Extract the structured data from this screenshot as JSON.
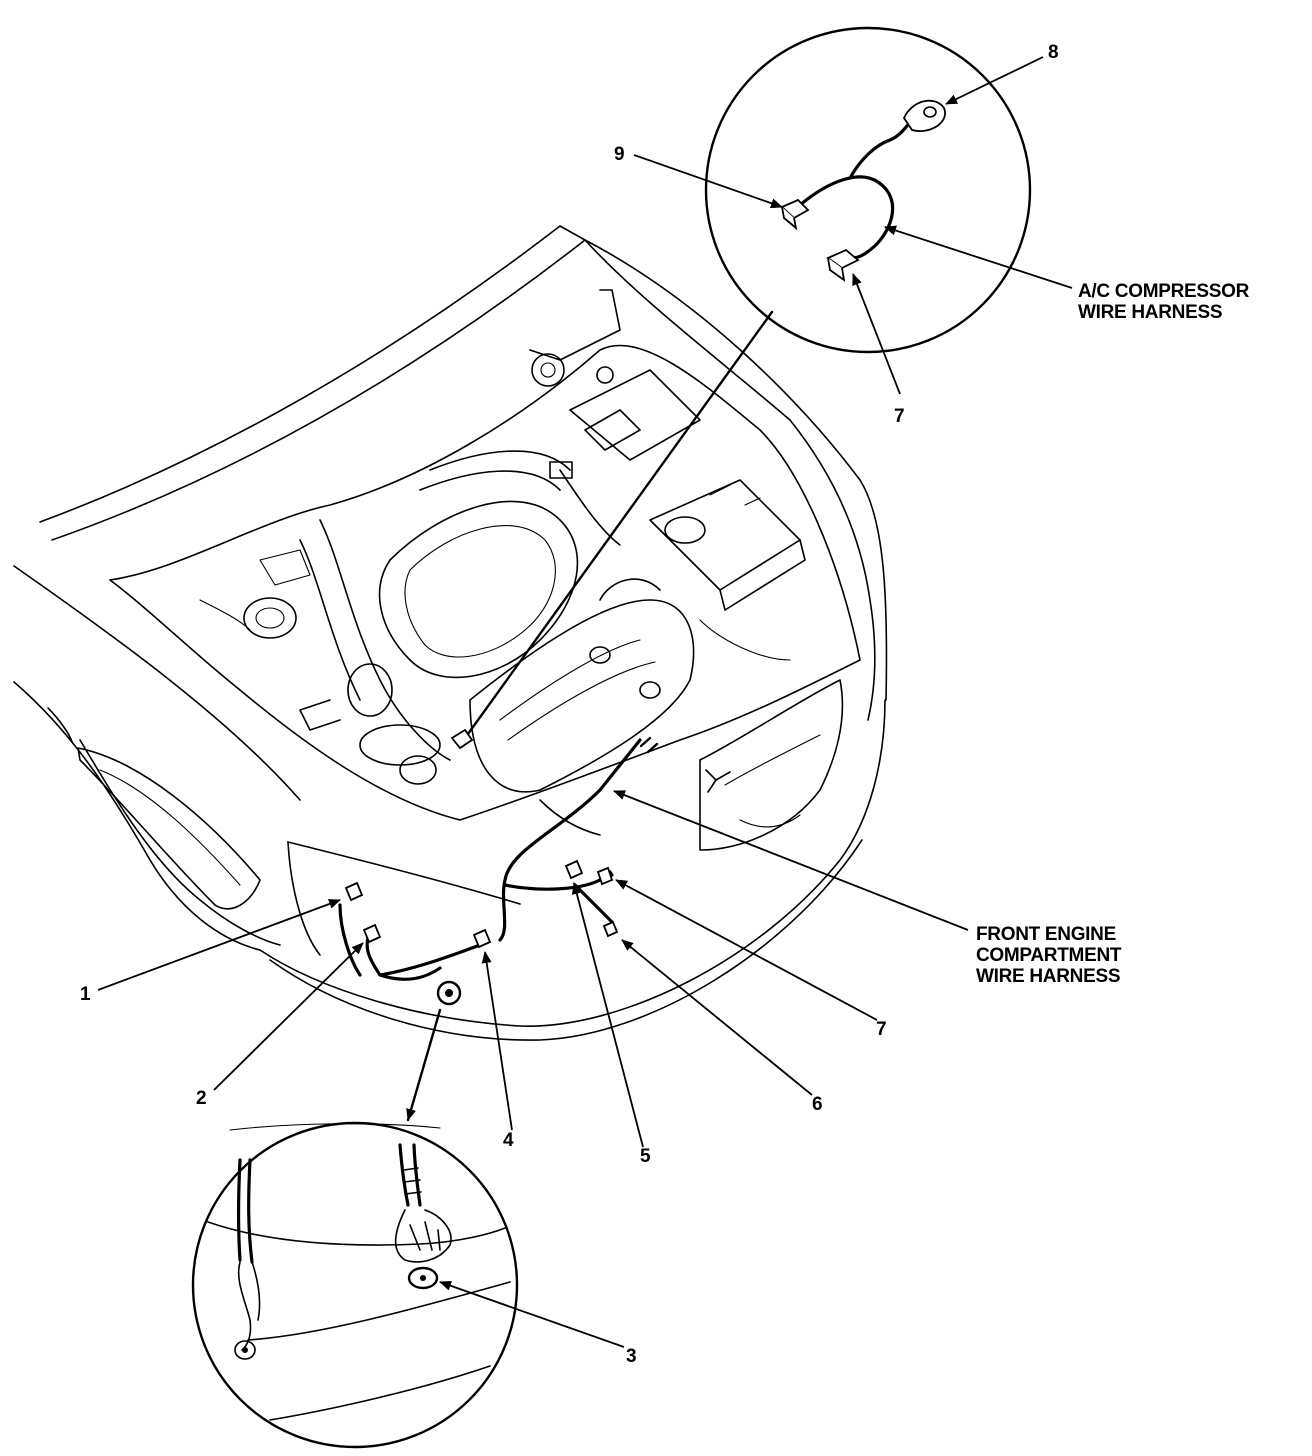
{
  "callouts": {
    "c1": "1",
    "c2": "2",
    "c3": "3",
    "c4": "4",
    "c5": "5",
    "c6": "6",
    "c7_front": "7",
    "c7_inset": "7",
    "c8": "8",
    "c9": "9"
  },
  "labels": {
    "ac_harness": [
      "A/C COMPRESSOR",
      "WIRE HARNESS"
    ],
    "front_harness": [
      "FRONT ENGINE",
      "COMPARTMENT",
      "WIRE HARNESS"
    ]
  }
}
